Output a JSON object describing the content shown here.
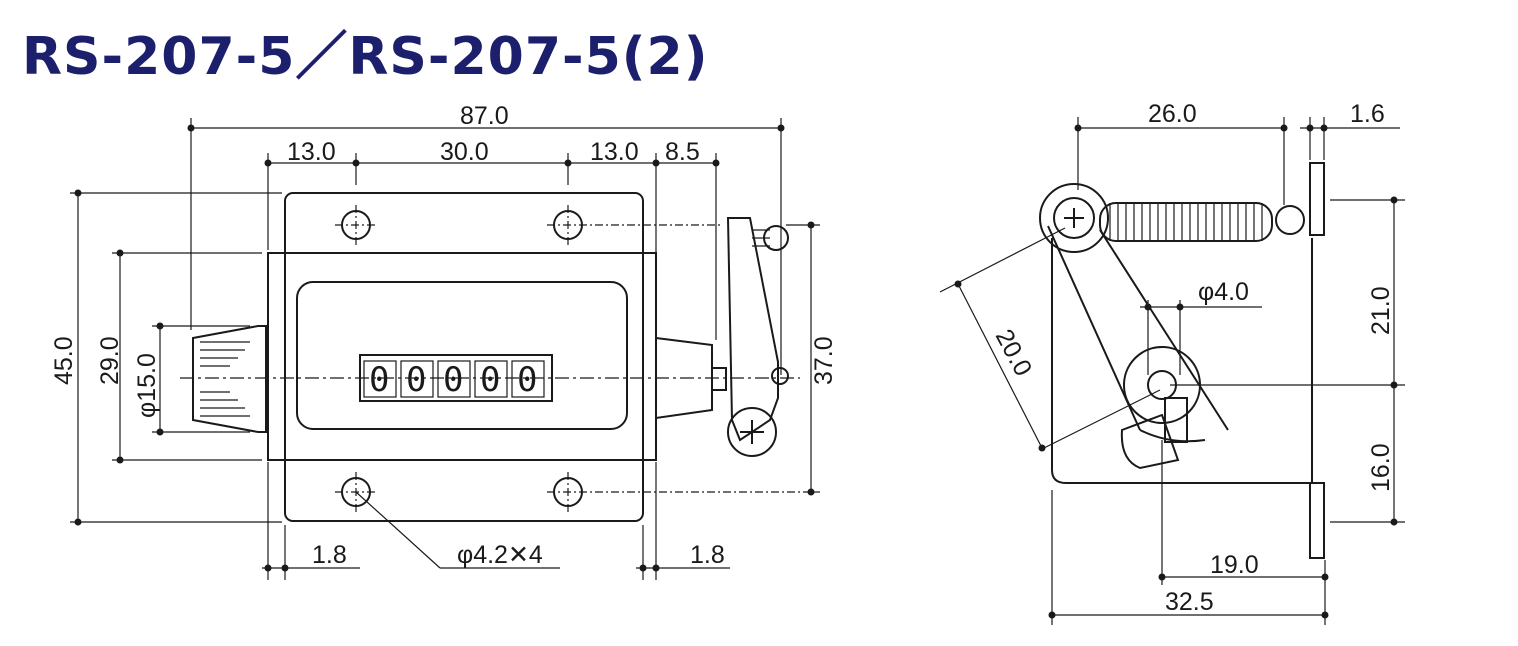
{
  "title": "RS-207-5／RS-207-5(2)",
  "front_view": {
    "dim_overall_width": "87.0",
    "dim_left_offset": "13.0",
    "dim_center": "30.0",
    "dim_right_offset": "13.0",
    "dim_lever": "8.5",
    "dim_height_45": "45.0",
    "dim_height_29": "29.0",
    "dim_knob": "φ15.0",
    "dim_height_37": "37.0",
    "dim_flange_left": "1.8",
    "dim_flange_right": "1.8",
    "dim_holes": "φ4.2✕4",
    "counter_digits": [
      "0",
      "0",
      "0",
      "0",
      "0"
    ]
  },
  "side_view": {
    "dim_spring": "26.0",
    "dim_plate": "1.6",
    "dim_arm": "20.0",
    "dim_pin": "φ4.0",
    "dim_upper": "21.0",
    "dim_lower": "16.0",
    "dim_pin_offset": "19.0",
    "dim_total_width": "32.5"
  }
}
